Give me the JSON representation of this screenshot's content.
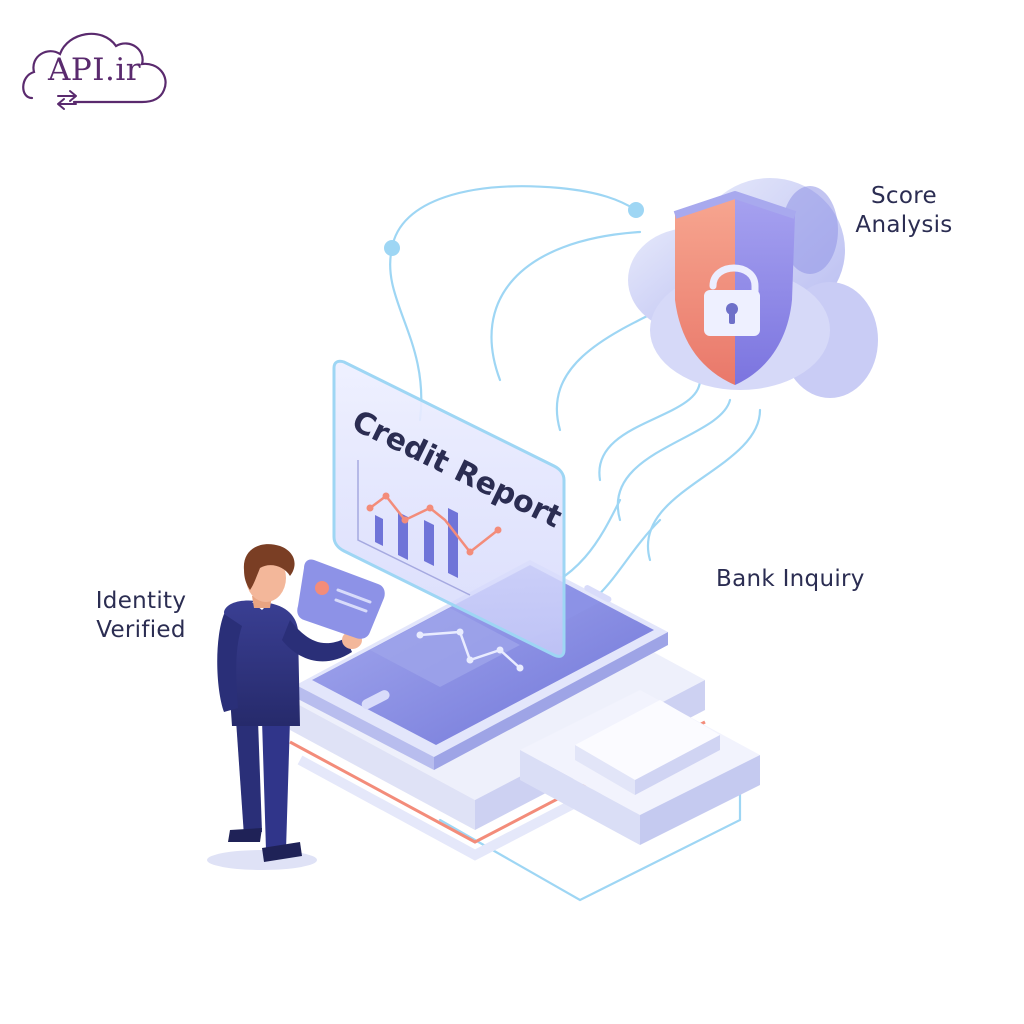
{
  "logo": {
    "text": "API.ir",
    "icon": "cloud-icon",
    "accent": "#5a2a6e"
  },
  "scene": {
    "report_card_title": "Credit Report",
    "labels": {
      "score_analysis": [
        "Score",
        "Analysis"
      ],
      "bank_inquiry": "Bank Inquiry",
      "identity_verified": [
        "Identity",
        "Verified"
      ]
    },
    "icons": {
      "shield": "shield-lock-icon",
      "cloud": "cloud-icon",
      "phone": "smartphone-icon",
      "card": "id-card-icon",
      "person": "businessman-icon"
    },
    "colors": {
      "text": "#2b2d52",
      "purple": "#7b7fe0",
      "light_purple": "#c9ccf5",
      "cyan": "#8fd3f5",
      "coral": "#f38c7a"
    }
  }
}
